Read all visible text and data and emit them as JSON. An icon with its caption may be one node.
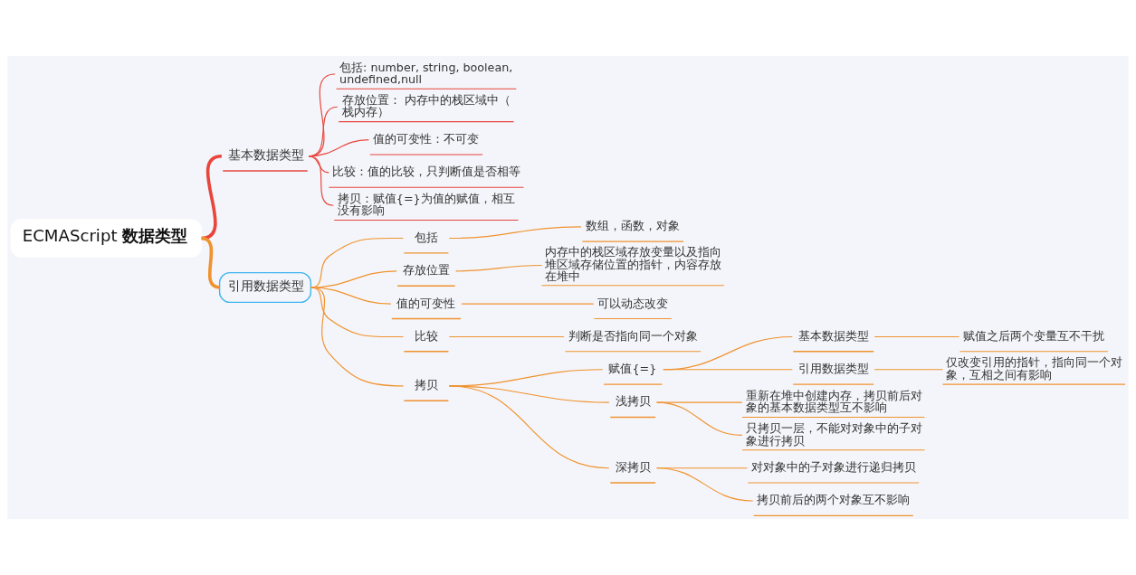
{
  "diagram": {
    "nodes": [
      {
        "text": [
          "ECMAScript **数据类型**"
        ]
      },
      {
        "text": [
          "基本数据类型"
        ]
      },
      {
        "text": [
          "包括: number, string, boolean, undefined,null"
        ]
      },
      {
        "text": [
          "存放位置： 内存中的栈区域中（栈内存）"
        ]
      },
      {
        "text": [
          "值的可变性：不可变"
        ]
      },
      {
        "text": [
          "比较：值的比较，只判断值是否相等"
        ]
      },
      {
        "text": [
          "拷贝：赋值{=}为值的赋值，相互没有影响"
        ]
      },
      {
        "text": [
          "引用数据类型"
        ]
      },
      {
        "text": [
          "包括"
        ]
      },
      {
        "text": [
          "数组，函数，对象"
        ]
      },
      {
        "text": [
          "存放位置"
        ]
      },
      {
        "text": [
          "内存中的栈区域存放变量以及指向堆区域存储位置的指针，内容存放在堆中"
        ]
      },
      {
        "text": [
          "值的可变性"
        ]
      },
      {
        "text": [
          "可以动态改变"
        ]
      },
      {
        "text": [
          "比较"
        ]
      },
      {
        "text": [
          "判断是否指向同一个对象"
        ]
      },
      {
        "text": [
          "拷贝"
        ]
      },
      {
        "text": [
          "赋值{=}"
        ]
      },
      {
        "text": [
          "基本数据类型"
        ]
      },
      {
        "text": [
          "赋值之后两个变量互不干扰"
        ]
      },
      {
        "text": [
          "引用数据类型"
        ]
      },
      {
        "text": [
          "仅改变引用的指针，指向同一个对象，互相之间有影响"
        ]
      },
      {
        "text": [
          "浅拷贝"
        ]
      },
      {
        "text": [
          "重新在堆中创建内存，拷贝前后对象的基本数据类型互不影响"
        ]
      },
      {
        "text": [
          "只拷贝一层，不能对对象中的子对象进行拷贝"
        ]
      },
      {
        "text": [
          "深拷贝"
        ]
      },
      {
        "text": [
          "对对象中的子对象进行递归拷贝"
        ]
      },
      {
        "text": [
          "拷贝前后的两个对象互不影响"
        ]
      }
    ],
    "edges": [
      {
        "from": 0,
        "to": 1,
        "arrow": "none",
        "style": "thick",
        "color": "#e8453c"
      },
      {
        "from": 1,
        "to": 2,
        "arrow": "none",
        "color": "#e8453c"
      },
      {
        "from": 1,
        "to": 3,
        "arrow": "none",
        "color": "#e8453c"
      },
      {
        "from": 1,
        "to": 4,
        "arrow": "none",
        "color": "#e8453c"
      },
      {
        "from": 1,
        "to": 5,
        "arrow": "none",
        "color": "#e8453c"
      },
      {
        "from": 1,
        "to": 6,
        "arrow": "none",
        "color": "#e8453c"
      },
      {
        "from": 0,
        "to": 7,
        "arrow": "none",
        "style": "thick"
      },
      {
        "from": 7,
        "to": 8,
        "arrow": "none"
      },
      {
        "from": 8,
        "to": 9,
        "arrow": "none"
      },
      {
        "from": 7,
        "to": 10,
        "arrow": "none"
      },
      {
        "from": 10,
        "to": 11,
        "arrow": "none"
      },
      {
        "from": 7,
        "to": 12,
        "arrow": "none"
      },
      {
        "from": 12,
        "to": 13,
        "arrow": "none"
      },
      {
        "from": 7,
        "to": 14,
        "arrow": "none"
      },
      {
        "from": 14,
        "to": 15,
        "arrow": "none"
      },
      {
        "from": 7,
        "to": 16,
        "arrow": "none"
      },
      {
        "from": 16,
        "to": 17,
        "arrow": "none"
      },
      {
        "from": 17,
        "to": 18,
        "arrow": "none"
      },
      {
        "from": 18,
        "to": 19,
        "arrow": "none"
      },
      {
        "from": 17,
        "to": 20,
        "arrow": "none"
      },
      {
        "from": 20,
        "to": 21,
        "arrow": "none"
      },
      {
        "from": 16,
        "to": 22,
        "arrow": "none"
      },
      {
        "from": 22,
        "to": 23,
        "arrow": "none"
      },
      {
        "from": 22,
        "to": 24,
        "arrow": "none"
      },
      {
        "from": 16,
        "to": 25,
        "arrow": "none"
      },
      {
        "from": 25,
        "to": 26,
        "arrow": "none"
      },
      {
        "from": 25,
        "to": 27,
        "arrow": "none"
      }
    ]
  }
}
